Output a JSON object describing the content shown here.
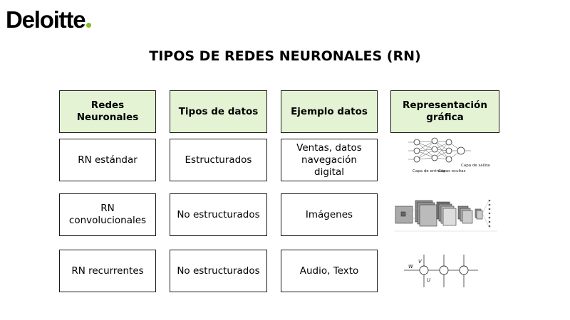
{
  "brand": {
    "name": "Deloitte",
    "accent": "#86bc25"
  },
  "title": "TIPOS DE REDES NEURONALES (RN)",
  "header_fill": "#e3f3d3",
  "headers": [
    "Redes Neuronales",
    "Tipos de datos",
    "Ejemplo datos",
    "Representación gráfica"
  ],
  "rows": [
    {
      "network": "RN estándar",
      "data_type": "Estructurados",
      "example": "Ventas, datos navegación digital",
      "graphic": "fully-connected-network-diagram"
    },
    {
      "network": "RN convolucionales",
      "data_type": "No estructurados",
      "example": "Imágenes",
      "graphic": "convolutional-network-diagram"
    },
    {
      "network": "RN recurrentes",
      "data_type": "No estructurados",
      "example": "Audio, Texto",
      "graphic": "recurrent-network-diagram"
    }
  ],
  "diagram_labels": {
    "standard": {
      "input": "Capa de entrada",
      "hidden": "Capas ocultas",
      "output": "Capa de salida"
    },
    "recurrent": {
      "w": "W",
      "v": "V",
      "u": "U"
    }
  }
}
